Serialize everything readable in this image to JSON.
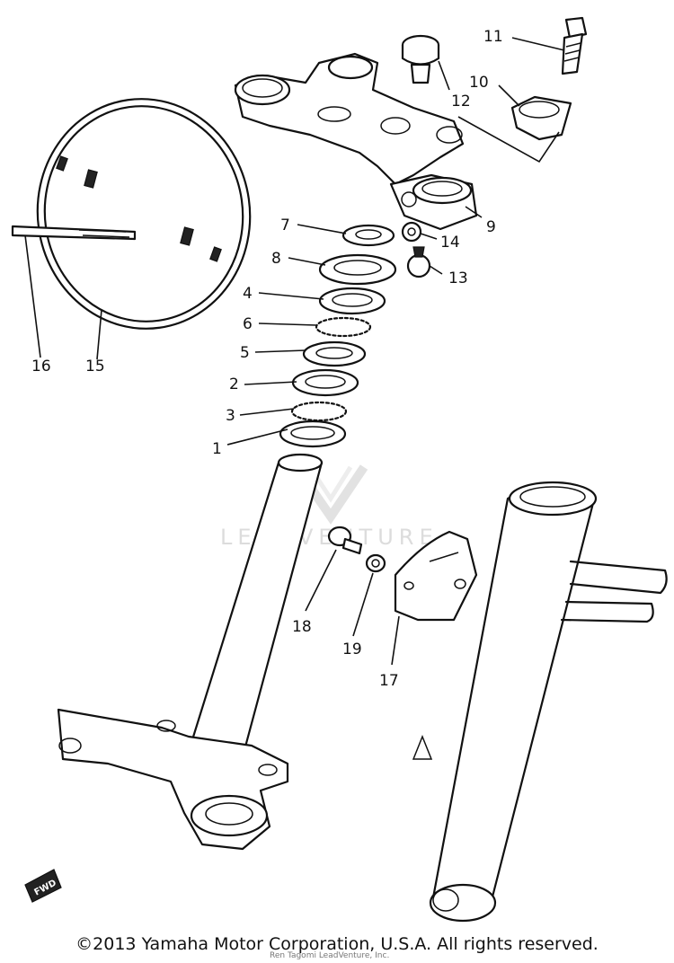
{
  "callouts": {
    "c1": "1",
    "c2": "2",
    "c3": "3",
    "c4": "4",
    "c5": "5",
    "c6": "6",
    "c7": "7",
    "c8": "8",
    "c9": "9",
    "c10": "10",
    "c11": "11",
    "c12": "12",
    "c13": "13",
    "c14": "14",
    "c15": "15",
    "c16": "16",
    "c17": "17",
    "c18": "18",
    "c19": "19"
  },
  "fwd_label": "FWD",
  "watermark": {
    "brand": "LEADVENTURE",
    "credit": "Ren Tagomi LeadVenture, Inc."
  },
  "copyright": "©2013 Yamaha Motor Corporation, U.S.A. All rights reserved."
}
